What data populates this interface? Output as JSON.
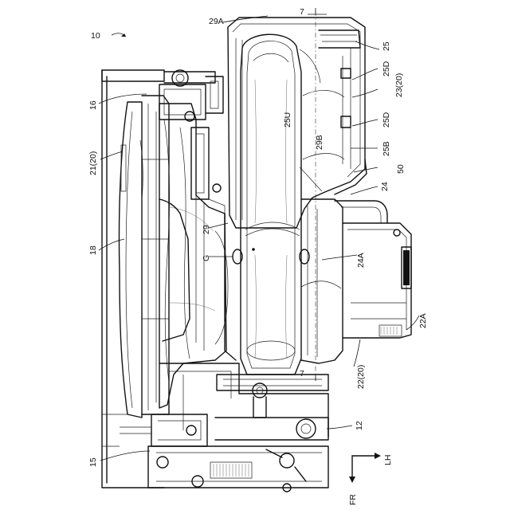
{
  "figure": {
    "ref": "10",
    "labels": {
      "l29A": "29A",
      "l7top": "7",
      "l25": "25",
      "l25D_a": "25D",
      "l23_20": "23(20)",
      "l25U": "25U",
      "l25D_b": "25D",
      "l29B": "29B",
      "l25B": "25B",
      "l50": "50",
      "l24": "24",
      "l16": "16",
      "l21_20": "21(20)",
      "l18": "18",
      "l29": "29",
      "lG": "G",
      "l24A": "24A",
      "l22A": "22A",
      "l7bot": "7",
      "l22_20": "22(20)",
      "l12": "12",
      "l15": "15"
    },
    "axes": {
      "right": "LH",
      "down": "FR"
    }
  }
}
